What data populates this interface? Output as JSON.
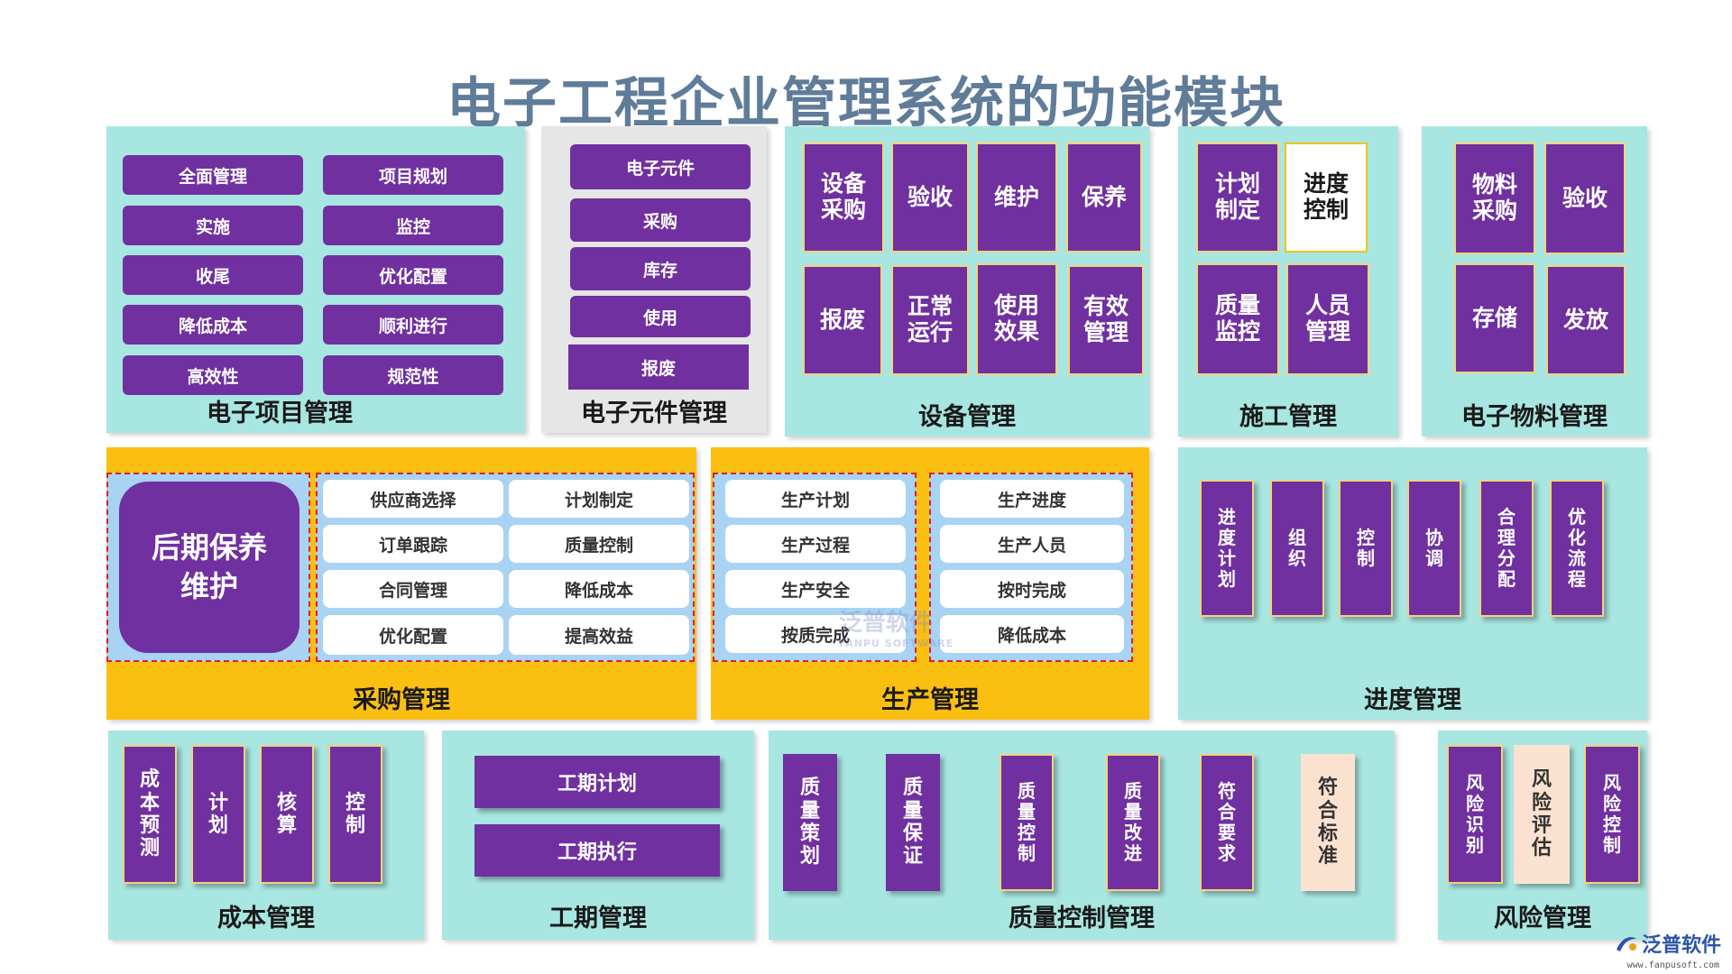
{
  "title": "电子工程企业管理系统的功能模块",
  "panels": {
    "project": {
      "label": "电子项目管理",
      "items": [
        "全面管理",
        "项目规划",
        "实施",
        "监控",
        "收尾",
        "优化配置",
        "降低成本",
        "顺利进行",
        "高效性",
        "规范性"
      ]
    },
    "component": {
      "label": "电子元件管理",
      "items": [
        "电子元件",
        "采购",
        "库存",
        "使用",
        "报废"
      ]
    },
    "equipment": {
      "label": "设备管理",
      "items": [
        "设备采购",
        "验收",
        "维护",
        "保养",
        "报废",
        "正常运行",
        "使用效果",
        "有效管理"
      ]
    },
    "construction": {
      "label": "施工管理",
      "items": [
        "计划制定",
        "进度控制",
        "质量监控",
        "人员管理"
      ]
    },
    "material": {
      "label": "电子物料管理",
      "items": [
        "物料采购",
        "验收",
        "存储",
        "发放"
      ]
    },
    "procurement": {
      "label": "采购管理",
      "big": "后期保养维护",
      "items": [
        "供应商选择",
        "计划制定",
        "订单跟踪",
        "质量控制",
        "合同管理",
        "降低成本",
        "优化配置",
        "提高效益"
      ]
    },
    "production": {
      "label": "生产管理",
      "left": [
        "生产计划",
        "生产过程",
        "生产安全",
        "按质完成"
      ],
      "right": [
        "生产进度",
        "生产人员",
        "按时完成",
        "降低成本"
      ]
    },
    "schedule": {
      "label": "进度管理",
      "items": [
        "进度计划",
        "组织",
        "控制",
        "协调",
        "合理分配",
        "优化流程"
      ]
    },
    "cost": {
      "label": "成本管理",
      "items": [
        "成本预测",
        "计划",
        "核算",
        "控制"
      ]
    },
    "period": {
      "label": "工期管理",
      "items": [
        "工期计划",
        "工期执行"
      ]
    },
    "quality": {
      "label": "质量控制管理",
      "items": [
        "质量策划",
        "质量保证",
        "质量控制",
        "质量改进",
        "符合要求",
        "符合标准"
      ]
    },
    "risk": {
      "label": "风险管理",
      "items": [
        "风险识别",
        "风险评估",
        "风险控制"
      ]
    }
  },
  "watermark": {
    "cn": "泛普软件",
    "en": "FANPU SOFTWARE"
  },
  "logo": {
    "name": "泛普软件",
    "url": "www.fanpusoft.com"
  },
  "colors": {
    "purple": "#7030a0",
    "teal": "#a8e6e1",
    "orange": "#fbbf12",
    "blue": "#a8d3f3",
    "title": "#5f7c99"
  }
}
